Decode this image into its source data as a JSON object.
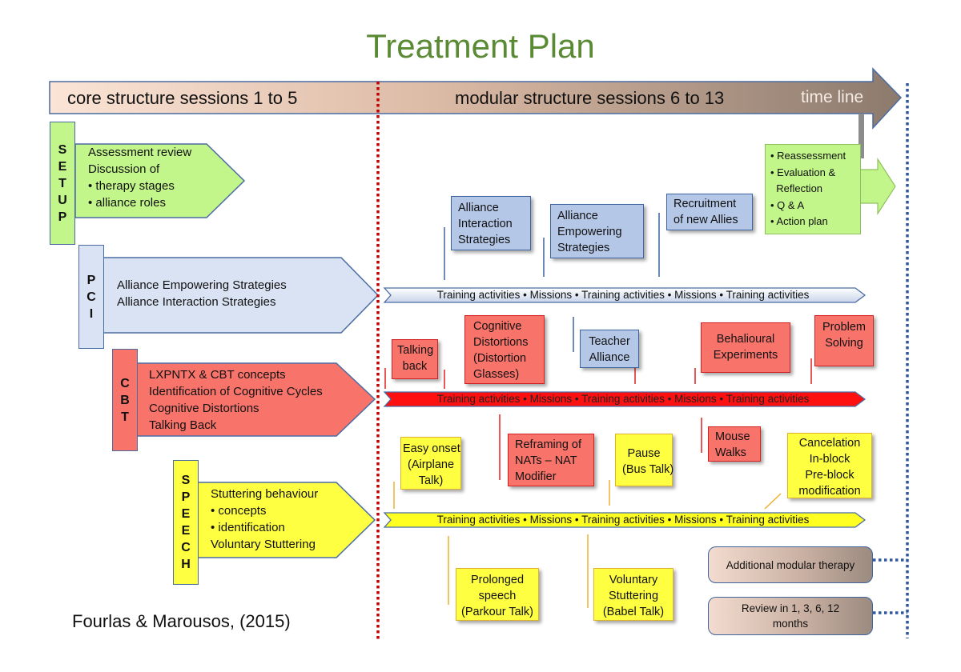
{
  "title": "Treatment Plan",
  "timeline": {
    "core_label": "core structure sessions 1 to 5",
    "modular_label": "modular structure sessions 6 to 13",
    "end_label": "time line"
  },
  "colors": {
    "title_green": "#5a8a34",
    "setup_green": "#c2f58a",
    "pci_blue": "#dae3f3",
    "pci_box_blue": "#b4c7e7",
    "cbt_red": "#f8736a",
    "speech_yellow": "#ffff42",
    "divider_red": "#c00000",
    "divider_blue": "#2f56a0"
  },
  "phases": [
    {
      "id": "setup",
      "letters": [
        "S",
        "E",
        "T",
        "U",
        "P"
      ],
      "lines": [
        "Assessment review",
        "Discussion of",
        "• therapy stages",
        "• alliance roles"
      ]
    },
    {
      "id": "pci",
      "letters": [
        "P",
        "C",
        "I"
      ],
      "lines": [
        "Alliance Empowering Strategies",
        "Alliance Interaction Strategies"
      ]
    },
    {
      "id": "cbt",
      "letters": [
        "C",
        "B",
        "T"
      ],
      "lines": [
        "LXPNTX & CBT concepts",
        "Identification of  Cognitive Cycles",
        "Cognitive Distortions",
        "Talking Back"
      ]
    },
    {
      "id": "speech",
      "letters": [
        "S",
        "P",
        "E",
        "E",
        "C",
        "H"
      ],
      "lines": [
        "Stuttering behaviour",
        "• concepts",
        "• identification",
        "Voluntary Stuttering"
      ]
    }
  ],
  "bands": {
    "pci": "Training activities • Missions • Training activities • Missions • Training  activities",
    "cbt": "Training activities • Missions • Training activities • Missions • Training  activities",
    "speech": "Training activities • Missions • Training activities • Missions • Training  activities"
  },
  "pci_modules": [
    {
      "lines": [
        "Alliance",
        "Interaction",
        "Strategies"
      ]
    },
    {
      "lines": [
        "Alliance",
        "Empowering",
        "Strategies"
      ]
    },
    {
      "lines": [
        "Recruitment",
        "of new Allies"
      ]
    },
    {
      "lines": [
        "Teacher",
        "Alliance"
      ]
    }
  ],
  "cbt_modules": [
    {
      "lines": [
        "Talking",
        "back"
      ]
    },
    {
      "lines": [
        "Cognitive",
        "Distortions",
        "(Distortion",
        "Glasses)"
      ]
    },
    {
      "lines": [
        "Behalioural",
        "Experiments"
      ]
    },
    {
      "lines": [
        "Problem",
        "Solving"
      ]
    },
    {
      "lines": [
        "Reframing of",
        "NATs – NAT",
        "Modifier"
      ]
    },
    {
      "lines": [
        "Mouse",
        "Walks"
      ]
    }
  ],
  "speech_modules": [
    {
      "lines": [
        "Easy onset",
        "(Airplane",
        "Talk)"
      ]
    },
    {
      "lines": [
        "Pause",
        "(Bus Talk)"
      ]
    },
    {
      "lines": [
        "Cancelation",
        "In-block",
        "Pre-block",
        "modification"
      ]
    },
    {
      "lines": [
        "Prolonged",
        "speech",
        "(Parkour Talk)"
      ]
    },
    {
      "lines": [
        "Voluntary",
        "Stuttering",
        "(Babel Talk)"
      ]
    }
  ],
  "final": {
    "items": [
      "• Reassessment",
      "• Evaluation &",
      "  Reflection",
      "• Q & A",
      "• Action plan"
    ]
  },
  "followups": {
    "additional": "Additional modular therapy",
    "review": [
      "Review in 1, 3, 6, 12",
      "months"
    ]
  },
  "citation": "Fourlas & Marousos, (2015)"
}
